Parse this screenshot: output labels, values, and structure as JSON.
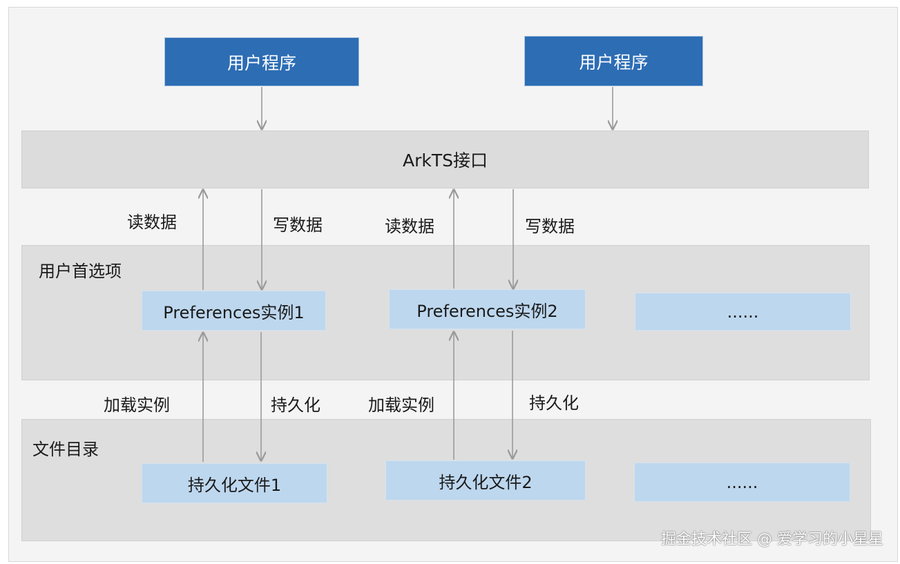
{
  "diagram": {
    "user_programs": [
      "用户程序",
      "用户程序"
    ],
    "api": "ArkTS接口",
    "arrow_labels": {
      "read_1": "读数据",
      "write_1": "写数据",
      "read_2": "读数据",
      "write_2": "写数据",
      "load_1": "加载实例",
      "persist_1": "持久化",
      "load_2": "加载实例",
      "persist_2": "持久化"
    },
    "preferences_layer": {
      "title": "用户首选项",
      "instances": [
        "Preferences实例1",
        "Preferences实例2",
        "......"
      ]
    },
    "file_layer": {
      "title": "文件目录",
      "files": [
        "持久化文件1",
        "持久化文件2",
        "......"
      ]
    },
    "colors": {
      "user_program_fill": "#2d6db4",
      "api_fill": "#dcdcdc",
      "layer_fill": "#dedede",
      "instance_fill": "#bdd7ee",
      "arrow": "#9a9a9a"
    }
  },
  "watermark": "掘金技术社区 @ 爱学习的小星星"
}
